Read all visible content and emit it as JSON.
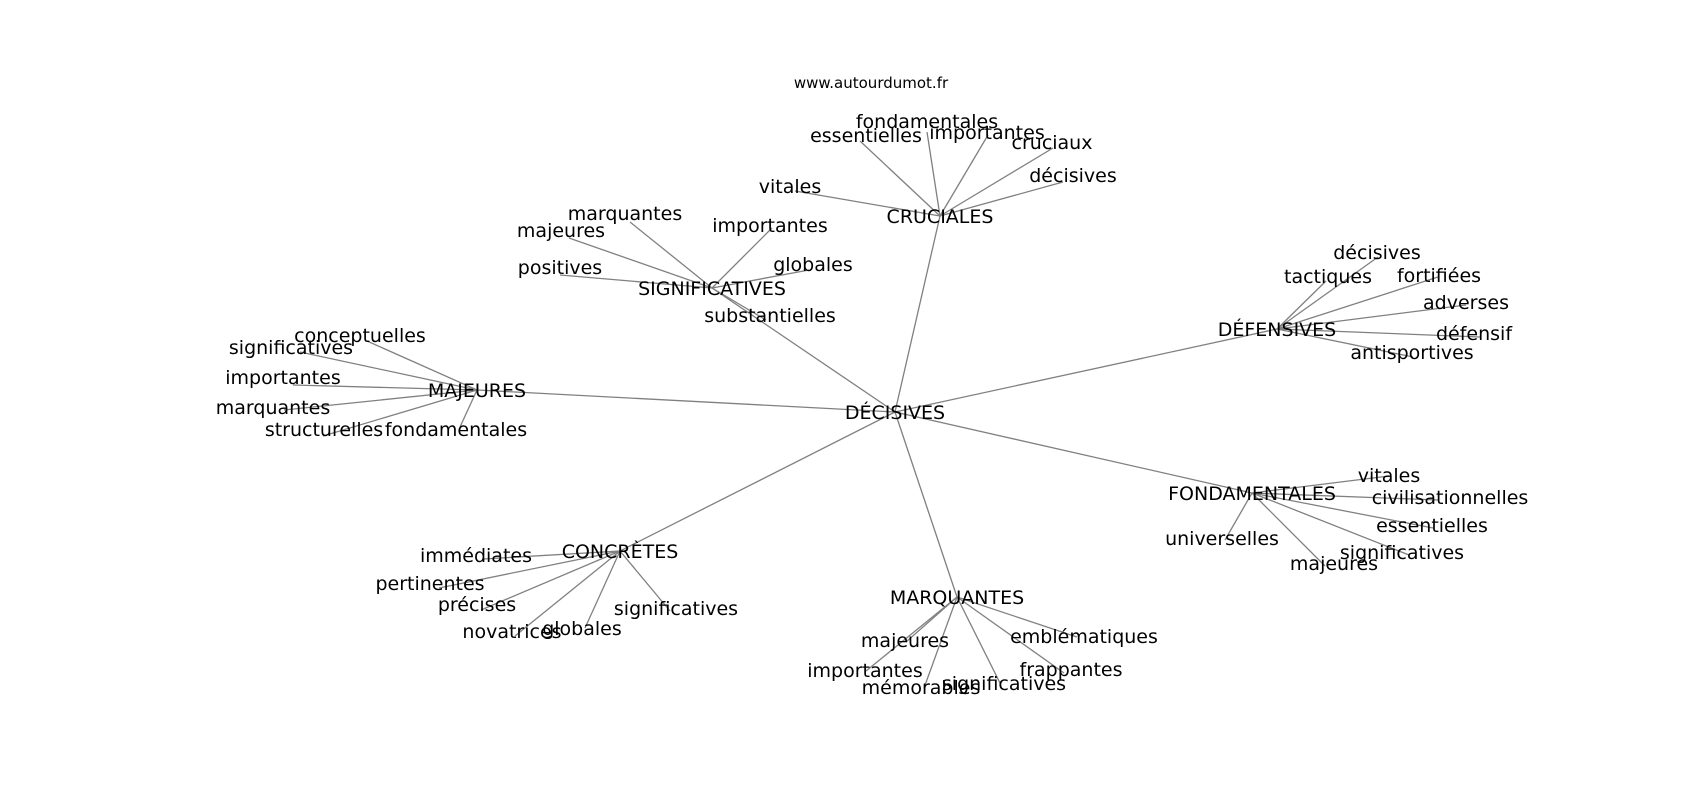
{
  "source": "www.autourdumot.fr",
  "center": {
    "label": "DÉCISIVES"
  },
  "clusters": [
    {
      "label": "CRUCIALES",
      "terms": [
        "vitales",
        "essentielles",
        "fondamentales",
        "importantes",
        "cruciaux",
        "décisives"
      ]
    },
    {
      "label": "SIGNIFICATIVES",
      "terms": [
        "marquantes",
        "majeures",
        "positives",
        "importantes",
        "globales",
        "substantielles"
      ]
    },
    {
      "label": "MAJEURES",
      "terms": [
        "conceptuelles",
        "significatives",
        "importantes",
        "marquantes",
        "structurelles",
        "fondamentales"
      ]
    },
    {
      "label": "DÉFENSIVES",
      "terms": [
        "décisives",
        "tactiques",
        "fortifiées",
        "adverses",
        "défensif",
        "antisportives"
      ]
    },
    {
      "label": "FONDAMENTALES",
      "terms": [
        "vitales",
        "civilisationnelles",
        "essentielles",
        "significatives",
        "majeures",
        "universelles"
      ]
    },
    {
      "label": "CONCRÈTES",
      "terms": [
        "immédiates",
        "pertinentes",
        "précises",
        "novatrices",
        "globales",
        "significatives"
      ]
    },
    {
      "label": "MARQUANTES",
      "terms": [
        "majeures",
        "importantes",
        "mémorables",
        "significatives",
        "frappantes",
        "emblématiques"
      ]
    }
  ]
}
